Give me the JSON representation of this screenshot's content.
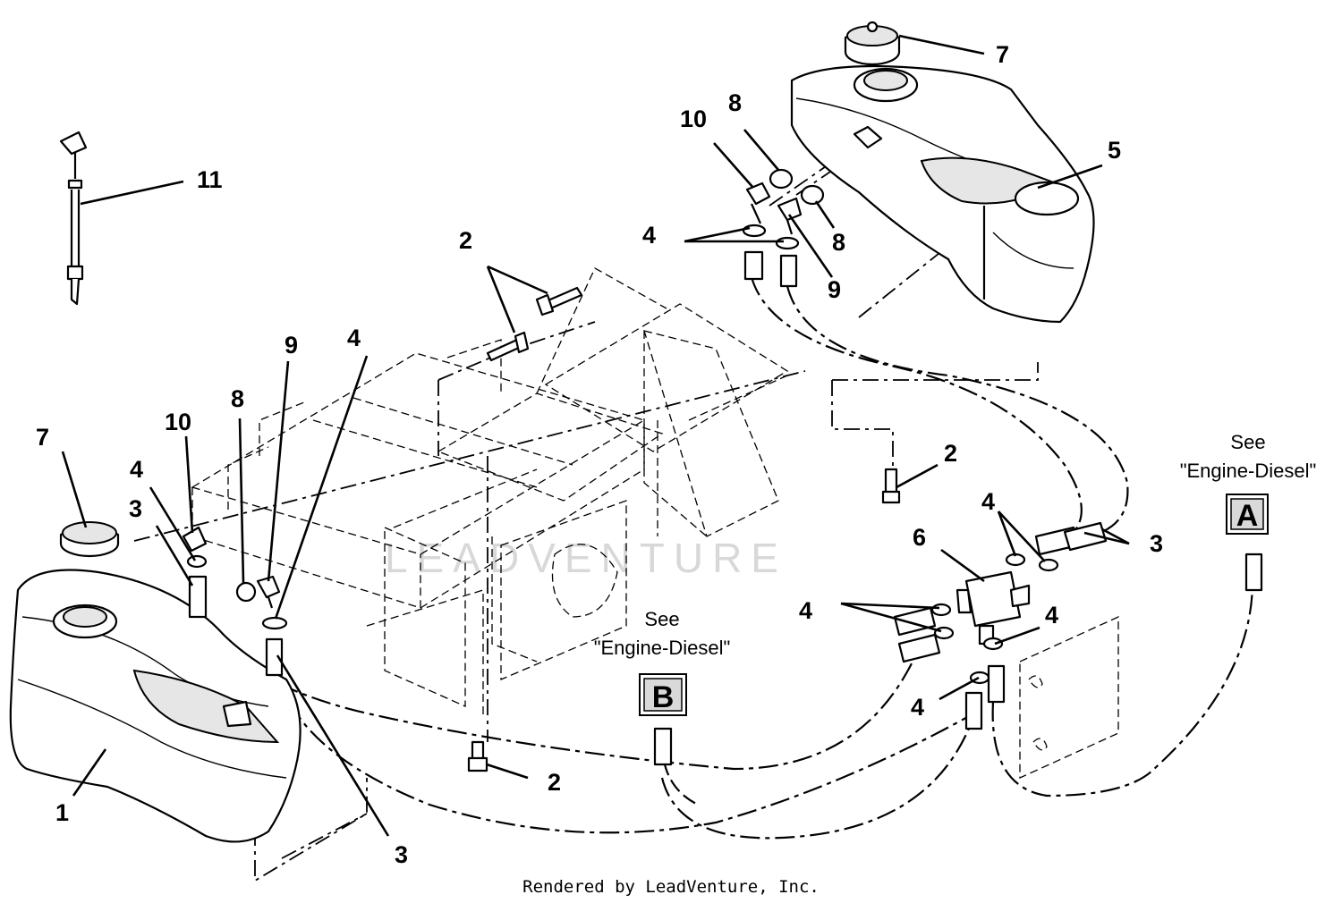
{
  "diagram": {
    "callouts": [
      {
        "id": "c1",
        "text": "1"
      },
      {
        "id": "c2a",
        "text": "2"
      },
      {
        "id": "c2b",
        "text": "2"
      },
      {
        "id": "c2c",
        "text": "2"
      },
      {
        "id": "c3a",
        "text": "3"
      },
      {
        "id": "c3b",
        "text": "3"
      },
      {
        "id": "c3c",
        "text": "3"
      },
      {
        "id": "c4a",
        "text": "4"
      },
      {
        "id": "c4b",
        "text": "4"
      },
      {
        "id": "c4c",
        "text": "4"
      },
      {
        "id": "c4d",
        "text": "4"
      },
      {
        "id": "c4e",
        "text": "4"
      },
      {
        "id": "c4f",
        "text": "4"
      },
      {
        "id": "c4g",
        "text": "4"
      },
      {
        "id": "c5",
        "text": "5"
      },
      {
        "id": "c6",
        "text": "6"
      },
      {
        "id": "c7a",
        "text": "7"
      },
      {
        "id": "c7b",
        "text": "7"
      },
      {
        "id": "c8a",
        "text": "8"
      },
      {
        "id": "c8b",
        "text": "8"
      },
      {
        "id": "c8c",
        "text": "8"
      },
      {
        "id": "c9a",
        "text": "9"
      },
      {
        "id": "c9b",
        "text": "9"
      },
      {
        "id": "c10a",
        "text": "10"
      },
      {
        "id": "c10b",
        "text": "10"
      },
      {
        "id": "c11",
        "text": "11"
      }
    ],
    "references": [
      {
        "id": "refA",
        "see": "See",
        "target": "\"Engine-Diesel\"",
        "letter": "A"
      },
      {
        "id": "refB",
        "see": "See",
        "target": "\"Engine-Diesel\"",
        "letter": "B"
      }
    ],
    "watermark": "LEADVENTURE",
    "footer": "Rendered by LeadVenture, Inc."
  }
}
